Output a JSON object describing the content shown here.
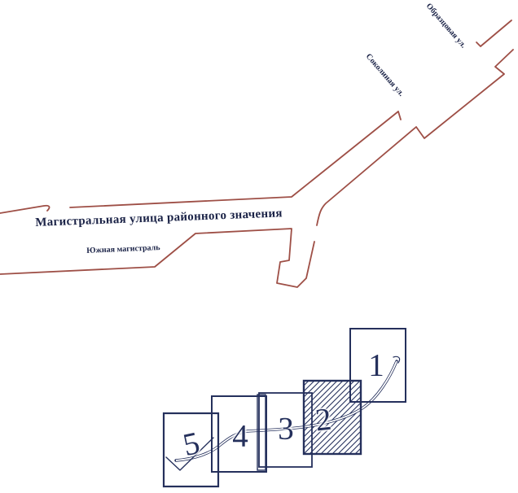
{
  "map": {
    "street_labels": {
      "main": "Магистральная улица районного значения",
      "south": "Южная магистраль",
      "sokolinaya": "Соколиная ул.",
      "obraztsovaya": "Образцовая ул."
    },
    "colors": {
      "street_outline": "#9e4f46",
      "figure_ink": "#25305c",
      "label_ink": "#1b2347",
      "background": "#ffffff"
    }
  },
  "figure": {
    "sections": [
      {
        "label": "1",
        "hatched": false
      },
      {
        "label": "2",
        "hatched": true
      },
      {
        "label": "3",
        "hatched": false
      },
      {
        "label": "4",
        "hatched": false
      },
      {
        "label": "5",
        "hatched": false
      }
    ]
  }
}
